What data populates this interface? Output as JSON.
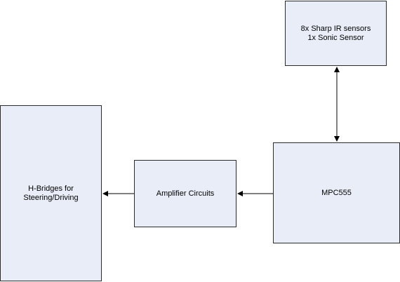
{
  "blocks": {
    "sensors": {
      "line1": "8x Sharp IR sensors",
      "line2": "1x Sonic Sensor"
    },
    "mpc": {
      "label": "MPC555"
    },
    "amplifier": {
      "label": "Amplifier Circuits"
    },
    "hbridge": {
      "line1": "H-Bridges for",
      "line2": "Steering/Driving"
    }
  },
  "colors": {
    "block_fill": "#e8edf7",
    "block_border": "#2b2b2b",
    "arrow": "#000000"
  },
  "connections": [
    {
      "from": "sensors",
      "to": "mpc",
      "direction": "bidirectional"
    },
    {
      "from": "mpc",
      "to": "amplifier",
      "direction": "forward"
    },
    {
      "from": "amplifier",
      "to": "hbridge",
      "direction": "forward"
    }
  ]
}
